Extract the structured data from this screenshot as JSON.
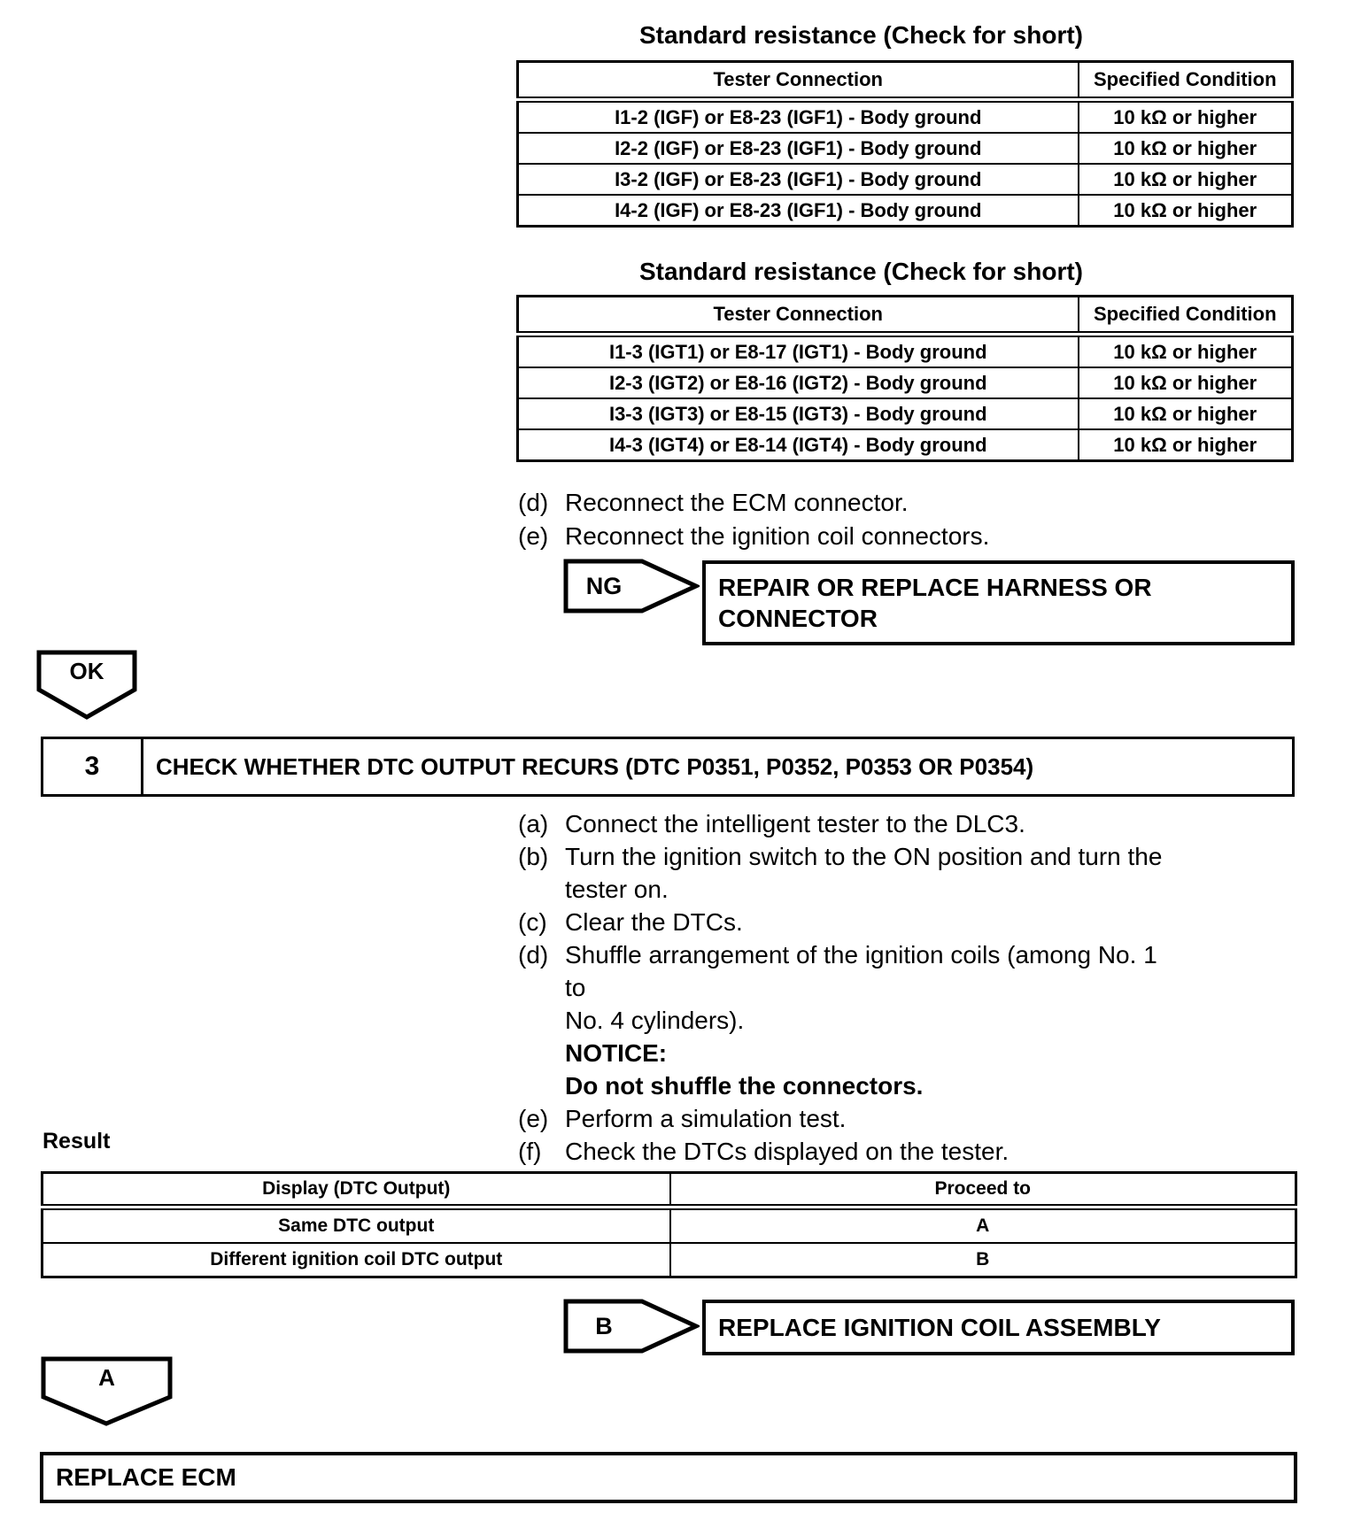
{
  "resistance_tables": [
    {
      "title": "Standard resistance (Check for short)",
      "headers": {
        "connection": "Tester Connection",
        "condition": "Specified Condition"
      },
      "rows": [
        {
          "connection": "I1-2 (IGF) or E8-23 (IGF1) - Body ground",
          "condition": "10 kΩ or higher"
        },
        {
          "connection": "I2-2 (IGF) or E8-23 (IGF1) - Body ground",
          "condition": "10 kΩ or higher"
        },
        {
          "connection": "I3-2 (IGF) or E8-23 (IGF1) - Body ground",
          "condition": "10 kΩ or higher"
        },
        {
          "connection": "I4-2 (IGF) or E8-23 (IGF1) - Body ground",
          "condition": "10 kΩ or higher"
        }
      ]
    },
    {
      "title": "Standard resistance (Check for short)",
      "headers": {
        "connection": "Tester Connection",
        "condition": "Specified Condition"
      },
      "rows": [
        {
          "connection": "I1-3 (IGT1) or E8-17 (IGT1) - Body ground",
          "condition": "10 kΩ or higher"
        },
        {
          "connection": "I2-3 (IGT2) or E8-16 (IGT2) - Body ground",
          "condition": "10 kΩ or higher"
        },
        {
          "connection": "I3-3 (IGT3) or E8-15 (IGT3) - Body ground",
          "condition": "10 kΩ or higher"
        },
        {
          "connection": "I4-3 (IGT4) or E8-14 (IGT4) - Body ground",
          "condition": "10 kΩ or higher"
        }
      ]
    }
  ],
  "reconnect_steps": [
    {
      "label": "(d)",
      "text": "Reconnect the ECM connector."
    },
    {
      "label": "(e)",
      "text": "Reconnect the ignition coil connectors."
    }
  ],
  "flow": {
    "ng": {
      "label": "NG",
      "action_line1": "REPAIR OR REPLACE HARNESS OR",
      "action_line2": "CONNECTOR"
    },
    "ok": {
      "label": "OK"
    },
    "b": {
      "label": "B",
      "action": "REPLACE IGNITION COIL ASSEMBLY"
    },
    "a": {
      "label": "A"
    },
    "final_action": "REPLACE ECM"
  },
  "step3": {
    "number": "3",
    "title": "CHECK WHETHER DTC OUTPUT RECURS (DTC P0351, P0352, P0353 OR P0354)"
  },
  "procedure": [
    {
      "label": "(a)",
      "line1": "Connect the intelligent tester to the DLC3."
    },
    {
      "label": "(b)",
      "line1": "Turn the ignition switch to the ON position and turn the",
      "line2": "tester on."
    },
    {
      "label": "(c)",
      "line1": "Clear the DTCs."
    },
    {
      "label": "(d)",
      "line1": "Shuffle arrangement of the ignition coils (among No. 1 to",
      "line2": "No. 4 cylinders).",
      "notice_label": "NOTICE:",
      "notice_text": "Do not shuffle the connectors."
    },
    {
      "label": "(e)",
      "line1": "Perform a simulation test."
    },
    {
      "label": "(f)",
      "line1": "Check the DTCs displayed on the tester."
    }
  ],
  "result": {
    "label": "Result",
    "headers": {
      "display": "Display (DTC Output)",
      "proceed": "Proceed to"
    },
    "rows": [
      {
        "display": "Same DTC output",
        "proceed": "A"
      },
      {
        "display": "Different ignition coil DTC output",
        "proceed": "B"
      }
    ]
  },
  "colors": {
    "ink": "#000000",
    "paper": "#ffffff"
  }
}
